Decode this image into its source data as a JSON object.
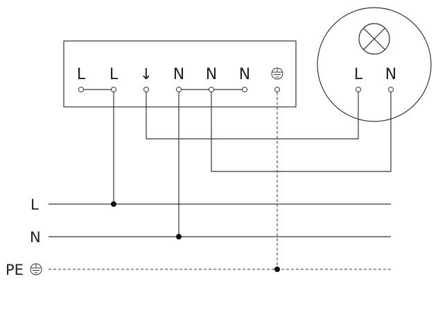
{
  "diagram": {
    "module": {
      "terminal_labels": [
        "L",
        "L",
        "↓",
        "N",
        "N",
        "N"
      ],
      "earth_icon": "protective-earth-icon"
    },
    "lamp": {
      "terminal_labels": [
        "L",
        "N"
      ],
      "lamp_icon": "lamp-cross-icon"
    },
    "buses": {
      "l_label": "L",
      "n_label": "N",
      "pe_label": "PE",
      "pe_icon": "protective-earth-icon"
    },
    "colors": {
      "line": "#333333",
      "text": "#222222"
    }
  }
}
